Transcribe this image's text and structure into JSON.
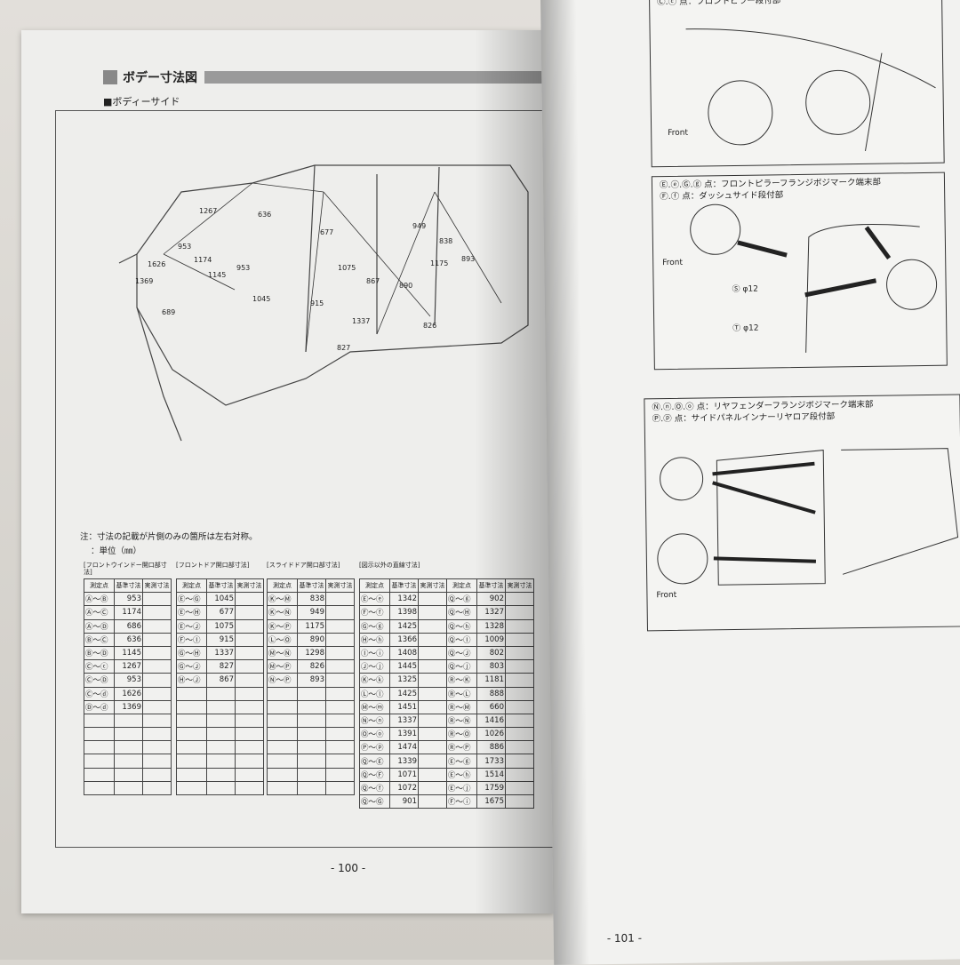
{
  "left_page": {
    "title": "ボデー寸法図",
    "subheading": "■ボディーサイド",
    "diagram_labels": [
      "1267",
      "636",
      "953",
      "1626",
      "1174",
      "1145",
      "1369",
      "689",
      "677",
      "1075",
      "1045",
      "915",
      "1337",
      "867",
      "827",
      "949",
      "838",
      "1175",
      "893",
      "890",
      "826",
      "953"
    ],
    "note": "注：寸法の記載が片側のみの箇所は左右対称。",
    "unit": "：単位（㎜）",
    "column_headers": [
      "測定点",
      "基準寸法",
      "実測寸法"
    ],
    "tables": [
      {
        "title": "[フロントウインドー開口部寸法]",
        "rows": [
          [
            "Ⓐ～Ⓑ",
            "953"
          ],
          [
            "Ⓐ～Ⓒ",
            "1174"
          ],
          [
            "Ⓐ～Ⓓ",
            "686"
          ],
          [
            "Ⓑ～Ⓒ",
            "636"
          ],
          [
            "Ⓑ～Ⓓ",
            "1145"
          ],
          [
            "Ⓒ～ⓒ",
            "1267"
          ],
          [
            "Ⓒ～Ⓓ",
            "953"
          ],
          [
            "Ⓒ～ⓓ",
            "1626"
          ],
          [
            "Ⓓ～ⓓ",
            "1369"
          ]
        ]
      },
      {
        "title": "[フロントドア開口部寸法]",
        "rows": [
          [
            "Ⓔ～Ⓖ",
            "1045"
          ],
          [
            "Ⓔ～Ⓗ",
            "677"
          ],
          [
            "Ⓔ～Ⓙ",
            "1075"
          ],
          [
            "Ⓕ～Ⓘ",
            "915"
          ],
          [
            "Ⓖ～Ⓗ",
            "1337"
          ],
          [
            "Ⓖ～Ⓙ",
            "827"
          ],
          [
            "Ⓗ～Ⓙ",
            "867"
          ]
        ]
      },
      {
        "title": "[スライドドア開口部寸法]",
        "rows": [
          [
            "Ⓚ～Ⓜ",
            "838"
          ],
          [
            "Ⓚ～Ⓝ",
            "949"
          ],
          [
            "Ⓚ～Ⓟ",
            "1175"
          ],
          [
            "Ⓛ～Ⓞ",
            "890"
          ],
          [
            "Ⓜ～Ⓝ",
            "1298"
          ],
          [
            "Ⓜ～Ⓟ",
            "826"
          ],
          [
            "Ⓝ～Ⓟ",
            "893"
          ]
        ]
      },
      {
        "title": "[図示以外の直線寸法]",
        "rows": [
          [
            "Ⓔ～ⓔ",
            "1342",
            "Ⓠ～ⓖ",
            "902"
          ],
          [
            "Ⓕ～ⓕ",
            "1398",
            "Ⓠ～Ⓗ",
            "1327"
          ],
          [
            "Ⓖ～ⓖ",
            "1425",
            "Ⓠ～ⓗ",
            "1328"
          ],
          [
            "Ⓗ～ⓗ",
            "1366",
            "Ⓠ～Ⓘ",
            "1009"
          ],
          [
            "Ⓘ～ⓘ",
            "1408",
            "Ⓠ～Ⓙ",
            "802"
          ],
          [
            "Ⓙ～ⓙ",
            "1445",
            "Ⓠ～ⓙ",
            "803"
          ],
          [
            "Ⓚ～ⓚ",
            "1325",
            "Ⓡ～Ⓚ",
            "1181"
          ],
          [
            "Ⓛ～ⓛ",
            "1425",
            "Ⓡ～Ⓛ",
            "888"
          ],
          [
            "Ⓜ～ⓜ",
            "1451",
            "Ⓡ～Ⓜ",
            "660"
          ],
          [
            "Ⓝ～ⓝ",
            "1337",
            "Ⓡ～Ⓝ",
            "1416"
          ],
          [
            "Ⓞ～ⓞ",
            "1391",
            "Ⓡ～Ⓞ",
            "1026"
          ],
          [
            "Ⓟ～ⓟ",
            "1474",
            "Ⓡ～Ⓟ",
            "886"
          ],
          [
            "Ⓠ～Ⓔ",
            "1339",
            "Ⓔ～ⓖ",
            "1733"
          ],
          [
            "Ⓠ～Ⓕ",
            "1071",
            "Ⓔ～ⓗ",
            "1514"
          ],
          [
            "Ⓠ～ⓕ",
            "1072",
            "Ⓔ～ⓙ",
            "1759"
          ],
          [
            "Ⓠ～Ⓖ",
            "901",
            "Ⓕ～ⓘ",
            "1675"
          ]
        ]
      }
    ],
    "page_number": "- 100 -"
  },
  "right_page": {
    "inset1_caption": "Ⓒ.ⓒ 点：フロントピラー段付部",
    "inset2_caption_1": "Ⓔ.ⓔ.Ⓖ.ⓖ 点：フロントピラーフランジボジマーク端末部",
    "inset2_caption_2": "Ⓕ.ⓕ 点：ダッシュサイド段付部",
    "inset3_caption_1": "Ⓝ.ⓝ.Ⓞ.ⓞ 点：リヤフェンダーフランジボジマーク端末部",
    "inset3_caption_2": "Ⓟ.ⓟ 点：サイドパネルインナーリヤロア段付部",
    "front_label": "Front",
    "hole_s": "Ⓢ φ12",
    "hole_t": "Ⓣ φ12",
    "page_number": "- 101 -"
  }
}
